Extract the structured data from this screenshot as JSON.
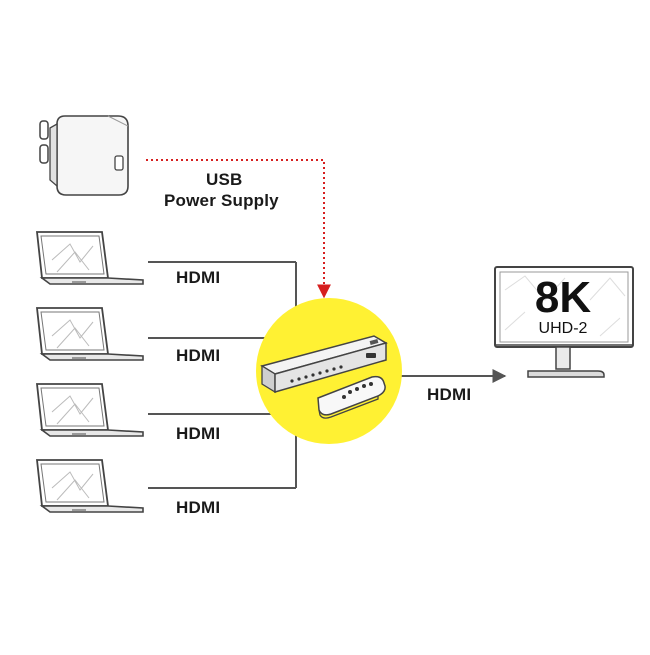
{
  "power_supply": {
    "label_line1": "USB",
    "label_line2": "Power Supply"
  },
  "inputs": [
    {
      "label": "HDMI"
    },
    {
      "label": "HDMI"
    },
    {
      "label": "HDMI"
    },
    {
      "label": "HDMI"
    }
  ],
  "output": {
    "label": "HDMI"
  },
  "display": {
    "resolution": "8K",
    "standard": "UHD-2"
  },
  "colors": {
    "line": "#555555",
    "power_line": "#d61f1f",
    "highlight": "#fff133",
    "device": "#e9e9e9"
  },
  "icons": {
    "power_supply": "usb-power-adapter-icon",
    "laptop": "laptop-icon",
    "switch": "hdmi-switch-icon",
    "remote": "remote-control-icon",
    "monitor": "monitor-icon"
  }
}
